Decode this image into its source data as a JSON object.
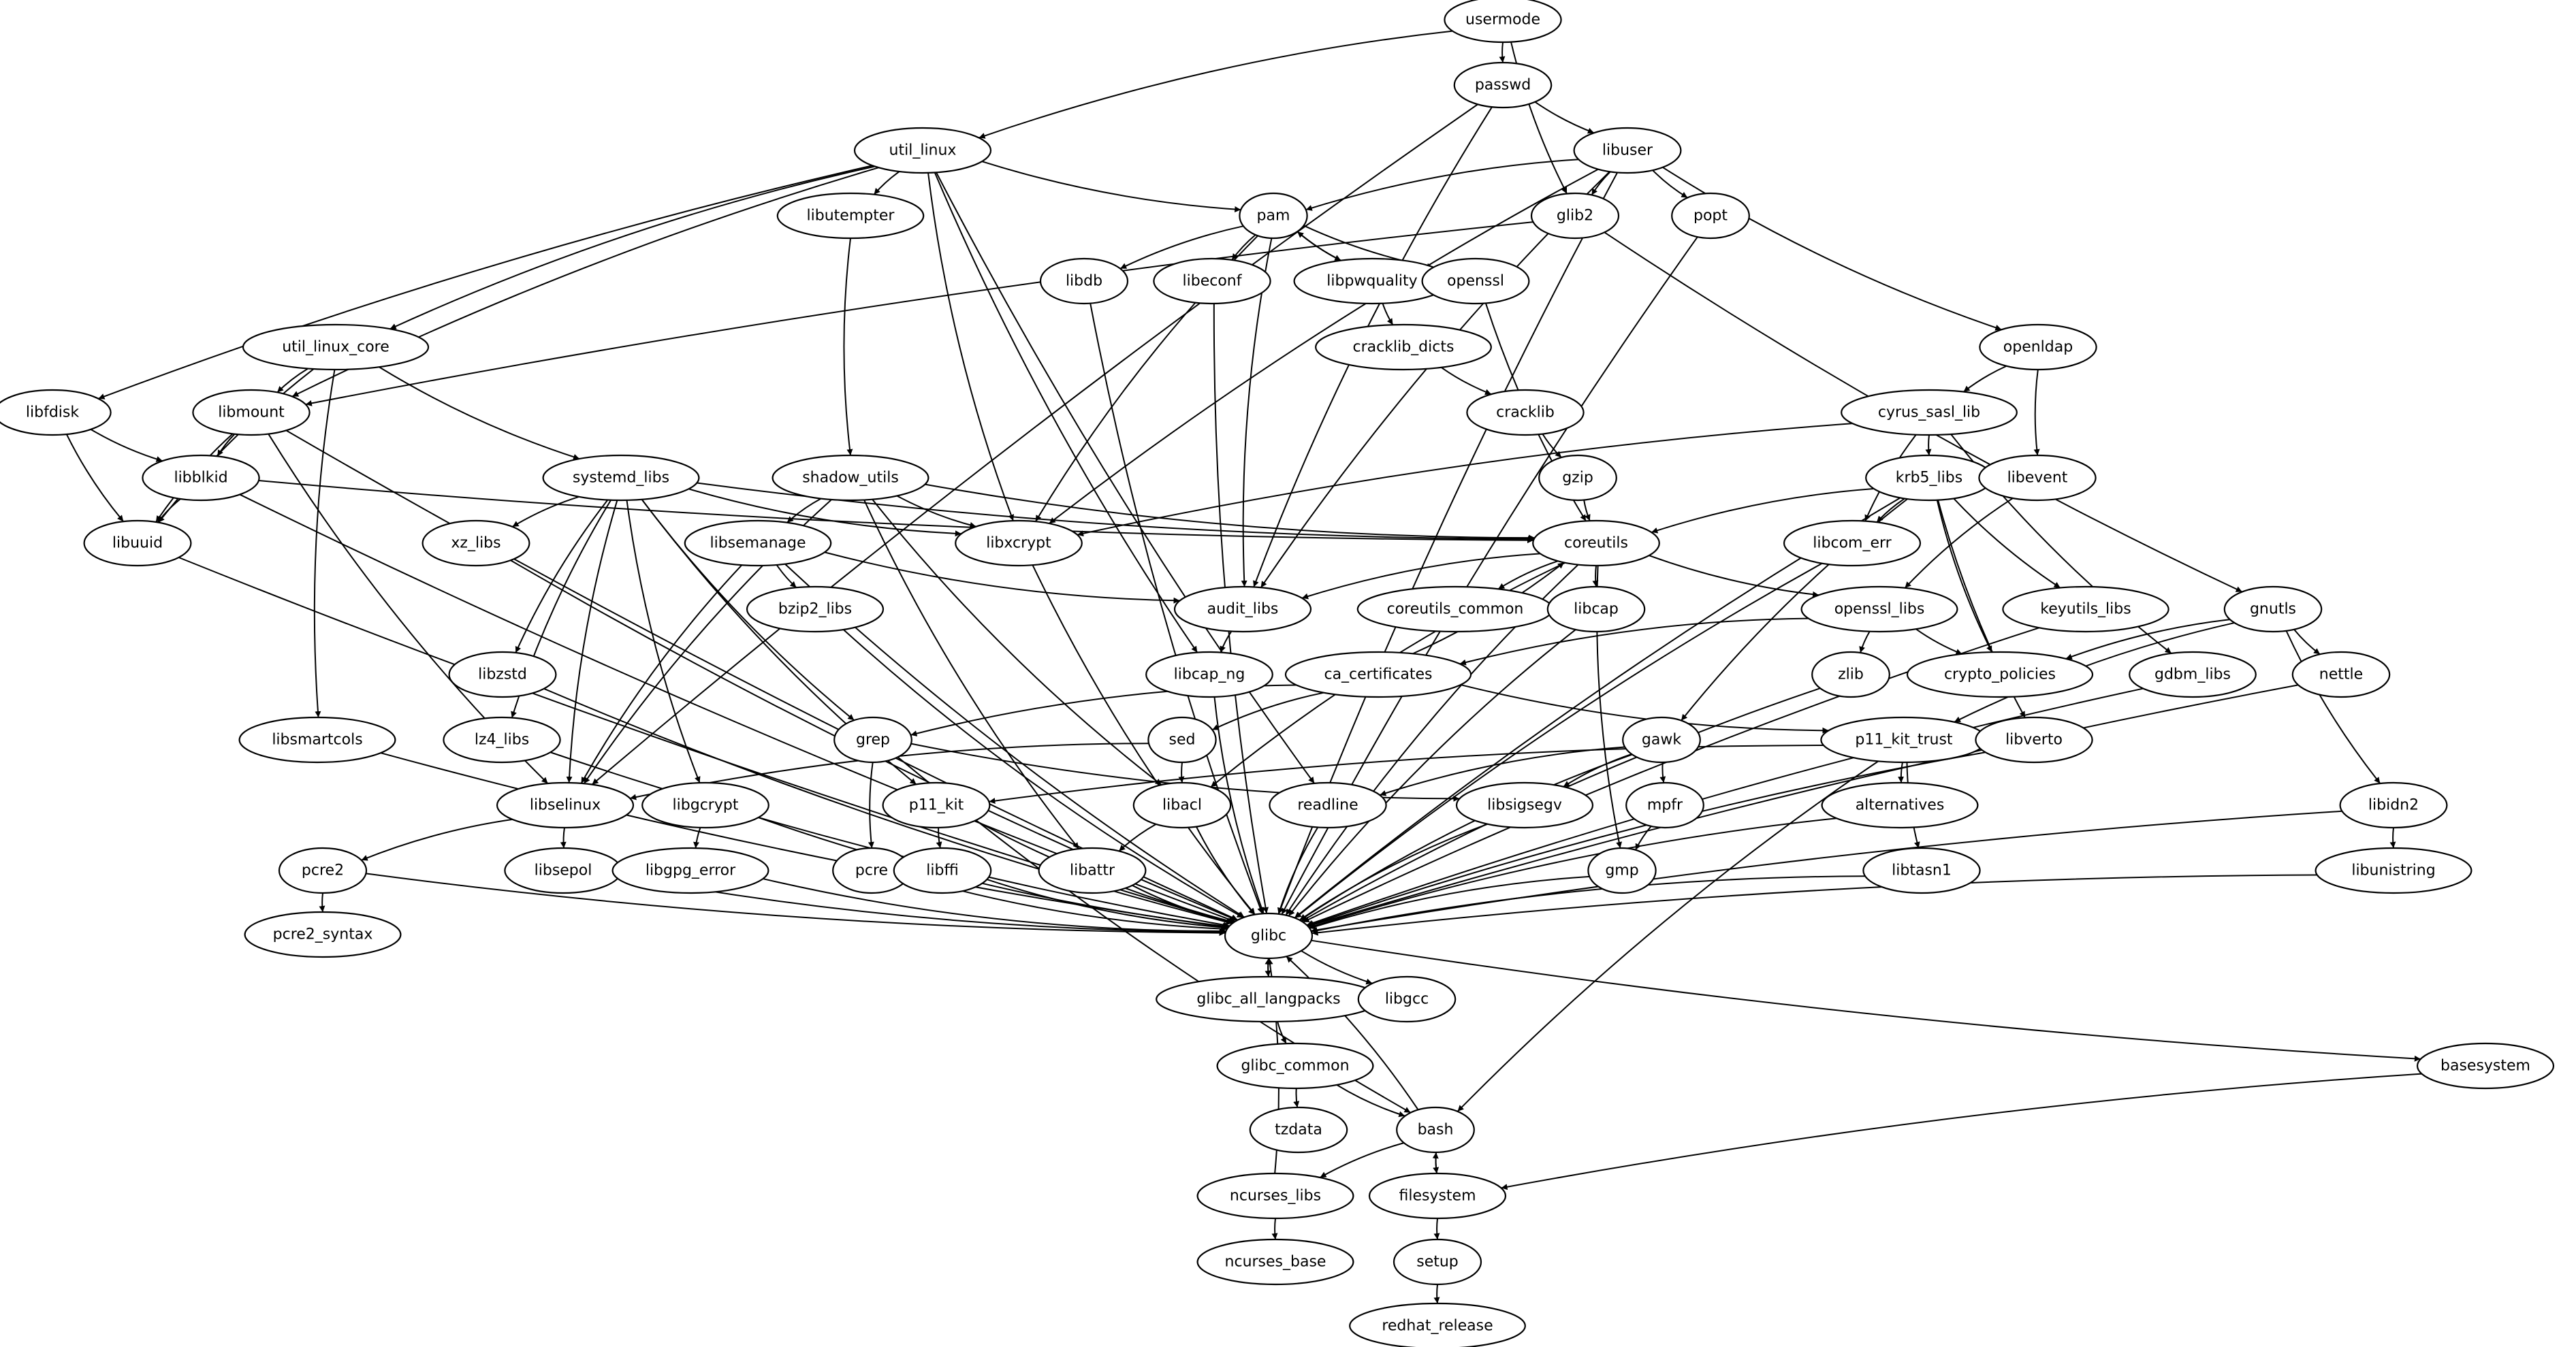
{
  "graph": {
    "title": "Package dependency graph",
    "nodes": [
      {
        "id": "usermode",
        "label": "usermode"
      },
      {
        "id": "passwd",
        "label": "passwd"
      },
      {
        "id": "util_linux",
        "label": "util_linux"
      },
      {
        "id": "libuser",
        "label": "libuser"
      },
      {
        "id": "libutempter",
        "label": "libutempter"
      },
      {
        "id": "pam",
        "label": "pam"
      },
      {
        "id": "glib2",
        "label": "glib2"
      },
      {
        "id": "popt",
        "label": "popt"
      },
      {
        "id": "libdb",
        "label": "libdb"
      },
      {
        "id": "libeconf",
        "label": "libeconf"
      },
      {
        "id": "libpwquality",
        "label": "libpwquality"
      },
      {
        "id": "openssl",
        "label": "openssl"
      },
      {
        "id": "util_linux_core",
        "label": "util_linux_core"
      },
      {
        "id": "cracklib_dicts",
        "label": "cracklib_dicts"
      },
      {
        "id": "openldap",
        "label": "openldap"
      },
      {
        "id": "libfdisk",
        "label": "libfdisk"
      },
      {
        "id": "libmount",
        "label": "libmount"
      },
      {
        "id": "cracklib",
        "label": "cracklib"
      },
      {
        "id": "cyrus_sasl_lib",
        "label": "cyrus_sasl_lib"
      },
      {
        "id": "libblkid",
        "label": "libblkid"
      },
      {
        "id": "systemd_libs",
        "label": "systemd_libs"
      },
      {
        "id": "shadow_utils",
        "label": "shadow_utils"
      },
      {
        "id": "gzip",
        "label": "gzip"
      },
      {
        "id": "krb5_libs",
        "label": "krb5_libs"
      },
      {
        "id": "libevent",
        "label": "libevent"
      },
      {
        "id": "libuuid",
        "label": "libuuid"
      },
      {
        "id": "xz_libs",
        "label": "xz_libs"
      },
      {
        "id": "libsemanage",
        "label": "libsemanage"
      },
      {
        "id": "libxcrypt",
        "label": "libxcrypt"
      },
      {
        "id": "coreutils",
        "label": "coreutils"
      },
      {
        "id": "libcom_err",
        "label": "libcom_err"
      },
      {
        "id": "bzip2_libs",
        "label": "bzip2_libs"
      },
      {
        "id": "audit_libs",
        "label": "audit_libs"
      },
      {
        "id": "coreutils_common",
        "label": "coreutils_common"
      },
      {
        "id": "libcap",
        "label": "libcap"
      },
      {
        "id": "openssl_libs",
        "label": "openssl_libs"
      },
      {
        "id": "keyutils_libs",
        "label": "keyutils_libs"
      },
      {
        "id": "gnutls",
        "label": "gnutls"
      },
      {
        "id": "libzstd",
        "label": "libzstd"
      },
      {
        "id": "libcap_ng",
        "label": "libcap_ng"
      },
      {
        "id": "ca_certificates",
        "label": "ca_certificates"
      },
      {
        "id": "zlib",
        "label": "zlib"
      },
      {
        "id": "crypto_policies",
        "label": "crypto_policies"
      },
      {
        "id": "gdbm_libs",
        "label": "gdbm_libs"
      },
      {
        "id": "nettle",
        "label": "nettle"
      },
      {
        "id": "libsmartcols",
        "label": "libsmartcols"
      },
      {
        "id": "lz4_libs",
        "label": "lz4_libs"
      },
      {
        "id": "grep",
        "label": "grep"
      },
      {
        "id": "sed",
        "label": "sed"
      },
      {
        "id": "gawk",
        "label": "gawk"
      },
      {
        "id": "p11_kit_trust",
        "label": "p11_kit_trust"
      },
      {
        "id": "libverto",
        "label": "libverto"
      },
      {
        "id": "libselinux",
        "label": "libselinux"
      },
      {
        "id": "libgcrypt",
        "label": "libgcrypt"
      },
      {
        "id": "p11_kit",
        "label": "p11_kit"
      },
      {
        "id": "libacl",
        "label": "libacl"
      },
      {
        "id": "readline",
        "label": "readline"
      },
      {
        "id": "libsigsegv",
        "label": "libsigsegv"
      },
      {
        "id": "mpfr",
        "label": "mpfr"
      },
      {
        "id": "alternatives",
        "label": "alternatives"
      },
      {
        "id": "libidn2",
        "label": "libidn2"
      },
      {
        "id": "pcre2",
        "label": "pcre2"
      },
      {
        "id": "libsepol",
        "label": "libsepol"
      },
      {
        "id": "libgpg_error",
        "label": "libgpg_error"
      },
      {
        "id": "pcre",
        "label": "pcre"
      },
      {
        "id": "libffi",
        "label": "libffi"
      },
      {
        "id": "libattr",
        "label": "libattr"
      },
      {
        "id": "gmp",
        "label": "gmp"
      },
      {
        "id": "libtasn1",
        "label": "libtasn1"
      },
      {
        "id": "libunistring",
        "label": "libunistring"
      },
      {
        "id": "glibc",
        "label": "glibc"
      },
      {
        "id": "pcre2_syntax",
        "label": "pcre2_syntax"
      },
      {
        "id": "glibc_all_langpacks",
        "label": "glibc_all_langpacks"
      },
      {
        "id": "libgcc",
        "label": "libgcc"
      },
      {
        "id": "basesystem",
        "label": "basesystem"
      },
      {
        "id": "glibc_common",
        "label": "glibc_common"
      },
      {
        "id": "tzdata",
        "label": "tzdata"
      },
      {
        "id": "bash",
        "label": "bash"
      },
      {
        "id": "ncurses_libs",
        "label": "ncurses_libs"
      },
      {
        "id": "filesystem",
        "label": "filesystem"
      },
      {
        "id": "ncurses_base",
        "label": "ncurses_base"
      },
      {
        "id": "setup",
        "label": "setup"
      },
      {
        "id": "redhat_release",
        "label": "redhat_release"
      }
    ],
    "edges": [
      [
        "usermode",
        "passwd"
      ],
      [
        "usermode",
        "util_linux"
      ],
      [
        "usermode",
        "glib2"
      ],
      [
        "passwd",
        "libuser"
      ],
      [
        "passwd",
        "audit_libs"
      ],
      [
        "passwd",
        "libselinux"
      ],
      [
        "util_linux",
        "libutempter"
      ],
      [
        "util_linux",
        "pam"
      ],
      [
        "util_linux",
        "util_linux_core"
      ],
      [
        "util_linux",
        "libfdisk"
      ],
      [
        "util_linux",
        "libmount"
      ],
      [
        "util_linux",
        "libxcrypt"
      ],
      [
        "util_linux",
        "libcap_ng"
      ],
      [
        "util_linux",
        "readline"
      ],
      [
        "libuser",
        "pam"
      ],
      [
        "libuser",
        "glib2"
      ],
      [
        "libuser",
        "popt"
      ],
      [
        "libuser",
        "openldap"
      ],
      [
        "libuser",
        "libxcrypt"
      ],
      [
        "libuser",
        "audit_libs"
      ],
      [
        "libuser",
        "glibc"
      ],
      [
        "pam",
        "libdb"
      ],
      [
        "pam",
        "libeconf"
      ],
      [
        "pam",
        "libpwquality"
      ],
      [
        "pam",
        "openssl"
      ],
      [
        "pam",
        "libxcrypt"
      ],
      [
        "pam",
        "audit_libs"
      ],
      [
        "libpwquality",
        "pam"
      ],
      [
        "libpwquality",
        "cracklib_dicts"
      ],
      [
        "glib2",
        "libmount"
      ],
      [
        "glib2",
        "gnutls"
      ],
      [
        "libutempter",
        "shadow_utils"
      ],
      [
        "openssl",
        "coreutils"
      ],
      [
        "cracklib_dicts",
        "cracklib"
      ],
      [
        "cracklib",
        "gzip"
      ],
      [
        "gzip",
        "coreutils"
      ],
      [
        "openldap",
        "cyrus_sasl_lib"
      ],
      [
        "openldap",
        "libevent"
      ],
      [
        "cyrus_sasl_lib",
        "krb5_libs"
      ],
      [
        "cyrus_sasl_lib",
        "libcom_err"
      ],
      [
        "cyrus_sasl_lib",
        "libxcrypt"
      ],
      [
        "cyrus_sasl_lib",
        "gdbm_libs"
      ],
      [
        "libevent",
        "openssl_libs"
      ],
      [
        "util_linux_core",
        "libmount"
      ],
      [
        "util_linux_core",
        "libuuid"
      ],
      [
        "util_linux_core",
        "systemd_libs"
      ],
      [
        "util_linux_core",
        "libsmartcols"
      ],
      [
        "libfdisk",
        "libblkid"
      ],
      [
        "libfdisk",
        "libuuid"
      ],
      [
        "libmount",
        "libblkid"
      ],
      [
        "libmount",
        "libuuid"
      ],
      [
        "libmount",
        "libselinux"
      ],
      [
        "libmount",
        "glibc"
      ],
      [
        "libblkid",
        "libuuid"
      ],
      [
        "libblkid",
        "coreutils"
      ],
      [
        "libblkid",
        "glibc"
      ],
      [
        "libuuid",
        "glibc"
      ],
      [
        "systemd_libs",
        "xz_libs"
      ],
      [
        "systemd_libs",
        "libzstd"
      ],
      [
        "systemd_libs",
        "lz4_libs"
      ],
      [
        "systemd_libs",
        "libselinux"
      ],
      [
        "systemd_libs",
        "libgcrypt"
      ],
      [
        "systemd_libs",
        "libxcrypt"
      ],
      [
        "systemd_libs",
        "coreutils"
      ],
      [
        "systemd_libs",
        "grep"
      ],
      [
        "systemd_libs",
        "p11_kit"
      ],
      [
        "shadow_utils",
        "libsemanage"
      ],
      [
        "shadow_utils",
        "libxcrypt"
      ],
      [
        "shadow_utils",
        "libselinux"
      ],
      [
        "shadow_utils",
        "libacl"
      ],
      [
        "shadow_utils",
        "libattr"
      ],
      [
        "shadow_utils",
        "coreutils"
      ],
      [
        "krb5_libs",
        "coreutils"
      ],
      [
        "krb5_libs",
        "libcom_err"
      ],
      [
        "krb5_libs",
        "keyutils_libs"
      ],
      [
        "krb5_libs",
        "crypto_policies"
      ],
      [
        "krb5_libs",
        "libverto"
      ],
      [
        "krb5_libs",
        "gawk"
      ],
      [
        "krb5_libs",
        "glibc"
      ],
      [
        "xz_libs",
        "glibc"
      ],
      [
        "libsemanage",
        "bzip2_libs"
      ],
      [
        "libsemanage",
        "audit_libs"
      ],
      [
        "libsemanage",
        "libselinux"
      ],
      [
        "libsemanage",
        "glibc"
      ],
      [
        "libxcrypt",
        "glibc"
      ],
      [
        "coreutils",
        "coreutils_common"
      ],
      [
        "coreutils",
        "libcap"
      ],
      [
        "coreutils",
        "openssl_libs"
      ],
      [
        "coreutils",
        "audit_libs"
      ],
      [
        "coreutils",
        "libacl"
      ],
      [
        "coreutils",
        "gmp"
      ],
      [
        "coreutils",
        "glibc"
      ],
      [
        "ca_certificates",
        "coreutils"
      ],
      [
        "ca_certificates",
        "grep"
      ],
      [
        "ca_certificates",
        "sed"
      ],
      [
        "ca_certificates",
        "p11_kit_trust"
      ],
      [
        "libcom_err",
        "glibc"
      ],
      [
        "bzip2_libs",
        "glibc"
      ],
      [
        "audit_libs",
        "libcap_ng"
      ],
      [
        "libcap",
        "glibc"
      ],
      [
        "openssl_libs",
        "ca_certificates"
      ],
      [
        "openssl_libs",
        "zlib"
      ],
      [
        "openssl_libs",
        "crypto_policies"
      ],
      [
        "keyutils_libs",
        "glibc"
      ],
      [
        "gnutls",
        "crypto_policies"
      ],
      [
        "gnutls",
        "nettle"
      ],
      [
        "gnutls",
        "p11_kit_trust"
      ],
      [
        "gnutls",
        "libidn2"
      ],
      [
        "libzstd",
        "glibc"
      ],
      [
        "libcap_ng",
        "glibc"
      ],
      [
        "zlib",
        "glibc"
      ],
      [
        "gdbm_libs",
        "glibc"
      ],
      [
        "nettle",
        "glibc"
      ],
      [
        "libsmartcols",
        "glibc"
      ],
      [
        "lz4_libs",
        "glibc"
      ],
      [
        "grep",
        "pcre"
      ],
      [
        "grep",
        "libsigsegv"
      ],
      [
        "grep",
        "bash"
      ],
      [
        "sed",
        "libselinux"
      ],
      [
        "sed",
        "libacl"
      ],
      [
        "gawk",
        "mpfr"
      ],
      [
        "gawk",
        "readline"
      ],
      [
        "gawk",
        "libsigsegv"
      ],
      [
        "gawk",
        "glibc"
      ],
      [
        "p11_kit_trust",
        "alternatives"
      ],
      [
        "p11_kit_trust",
        "libtasn1"
      ],
      [
        "p11_kit_trust",
        "p11_kit"
      ],
      [
        "p11_kit_trust",
        "bash"
      ],
      [
        "libverto",
        "glibc"
      ],
      [
        "libselinux",
        "pcre2"
      ],
      [
        "libselinux",
        "libsepol"
      ],
      [
        "libgcrypt",
        "libgpg_error"
      ],
      [
        "libgcrypt",
        "glibc"
      ],
      [
        "p11_kit",
        "libffi"
      ],
      [
        "p11_kit",
        "glibc"
      ],
      [
        "libacl",
        "libattr"
      ],
      [
        "libacl",
        "glibc"
      ],
      [
        "readline",
        "glibc"
      ],
      [
        "libsigsegv",
        "glibc"
      ],
      [
        "mpfr",
        "gmp"
      ],
      [
        "alternatives",
        "glibc"
      ],
      [
        "libidn2",
        "libunistring"
      ],
      [
        "libidn2",
        "glibc"
      ],
      [
        "pcre2",
        "pcre2_syntax"
      ],
      [
        "pcre2",
        "glibc"
      ],
      [
        "libsepol",
        "glibc"
      ],
      [
        "libgpg_error",
        "glibc"
      ],
      [
        "pcre",
        "glibc"
      ],
      [
        "libffi",
        "glibc"
      ],
      [
        "libattr",
        "glibc"
      ],
      [
        "gmp",
        "glibc"
      ],
      [
        "libtasn1",
        "glibc"
      ],
      [
        "libunistring",
        "glibc"
      ],
      [
        "libdb",
        "glibc"
      ],
      [
        "libeconf",
        "glibc"
      ],
      [
        "popt",
        "glibc"
      ],
      [
        "glibc",
        "glibc_all_langpacks"
      ],
      [
        "glibc",
        "libgcc"
      ],
      [
        "glibc",
        "basesystem"
      ],
      [
        "glibc_all_langpacks",
        "glibc"
      ],
      [
        "glibc_all_langpacks",
        "glibc_common"
      ],
      [
        "glibc_common",
        "tzdata"
      ],
      [
        "glibc_common",
        "bash"
      ],
      [
        "basesystem",
        "filesystem"
      ],
      [
        "bash",
        "glibc"
      ],
      [
        "bash",
        "ncurses_libs"
      ],
      [
        "bash",
        "filesystem"
      ],
      [
        "filesystem",
        "bash"
      ],
      [
        "filesystem",
        "setup"
      ],
      [
        "ncurses_libs",
        "glibc"
      ],
      [
        "ncurses_libs",
        "ncurses_base"
      ],
      [
        "setup",
        "redhat_release"
      ]
    ]
  }
}
